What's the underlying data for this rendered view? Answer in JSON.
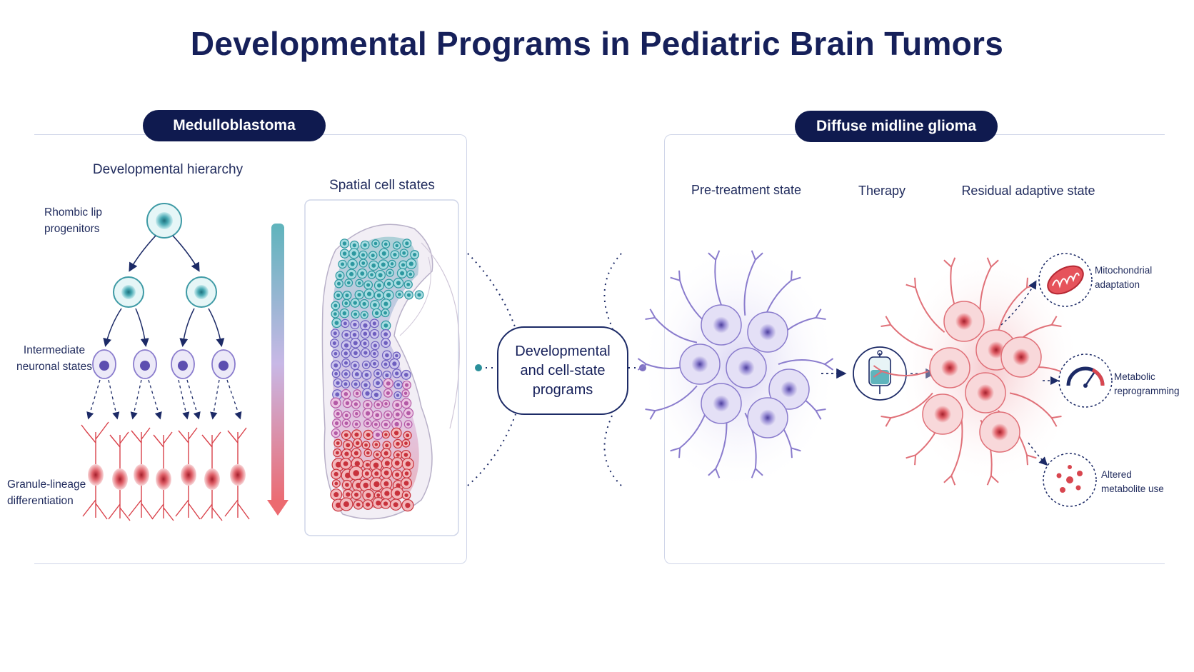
{
  "title": "Developmental Programs in Pediatric Brain Tumors",
  "left_panel": {
    "heading": "Medulloblastoma",
    "hierarchy_title": "Developmental hierarchy",
    "spatial_title": "Spatial cell states",
    "labels": {
      "rhombic_line1": "Rhombic lip",
      "rhombic_line2": "progenitors",
      "intermediate_line1": "Intermediate",
      "intermediate_line2": "neuronal states",
      "granule_line1": "Granule-lineage",
      "granule_line2": "differentiation"
    }
  },
  "center": {
    "line1": "Developmental",
    "line2": "and cell-state",
    "line3": "programs"
  },
  "right_panel": {
    "heading": "Diffuse midline glioma",
    "pre_treatment": "Pre-treatment state",
    "therapy": "Therapy",
    "residual": "Residual adaptive state",
    "mito_line1": "Mitochondrial",
    "mito_line2": "adaptation",
    "metab_line1": "Metabolic",
    "metab_line2": "reprogramming",
    "altered_line1": "Altered",
    "altered_line2": "metabolite use"
  },
  "colors": {
    "navy": "#0f1a4f",
    "teal": "#2a8f9a",
    "purple": "#7a6cc0",
    "red": "#d8464f"
  },
  "icons": [
    "progenitor-cell-icon",
    "neuron-icon",
    "iv-bag-icon",
    "mitochondrion-icon",
    "gauge-icon",
    "metabolite-dots-icon"
  ]
}
